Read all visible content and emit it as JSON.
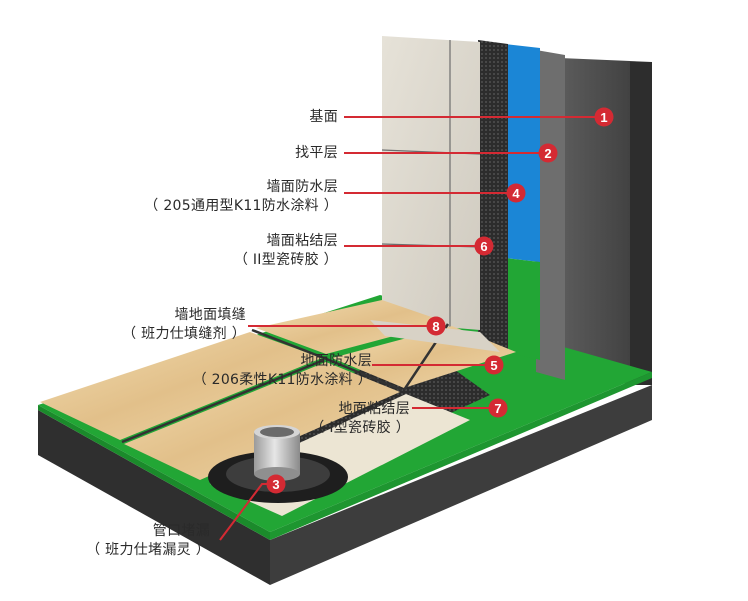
{
  "layers": [
    {
      "num": "1",
      "title": "基面",
      "sub": ""
    },
    {
      "num": "2",
      "title": "找平层",
      "sub": ""
    },
    {
      "num": "4",
      "title": "墙面防水层",
      "sub": "（ 205通用型K11防水涂料 ）"
    },
    {
      "num": "6",
      "title": "墙面粘结层",
      "sub": "（ II型瓷砖胶 ）"
    },
    {
      "num": "8",
      "title": "墙地面填缝",
      "sub": "（ 班力仕填缝剂 ）"
    },
    {
      "num": "5",
      "title": "地面防水层",
      "sub": "（ 206柔性K11防水涂料 ）"
    },
    {
      "num": "7",
      "title": "地面粘结层",
      "sub": "（ I型瓷砖胶 ）"
    },
    {
      "num": "3",
      "title": "管口堵漏",
      "sub": "（ 班力仕堵漏灵 ）"
    }
  ],
  "colors": {
    "leader": "#d42a33",
    "badge": "#d42a33",
    "waterproof_green": "#22a635",
    "waterproof_blue": "#1b86d6",
    "base": "#3a3a3a",
    "tile_wall": "#d9d4c9",
    "tile_floor": "#e7c897"
  }
}
